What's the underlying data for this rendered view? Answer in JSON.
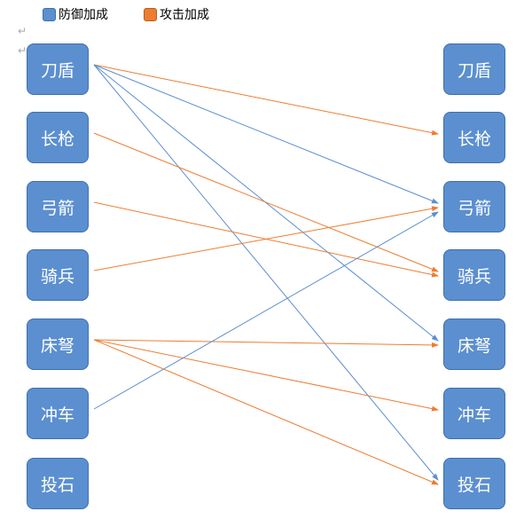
{
  "legend": [
    {
      "label": "防御加成",
      "color": "#5b8fd0"
    },
    {
      "label": "攻击加成",
      "color": "#ed7d31"
    }
  ],
  "left": [
    "刀盾",
    "长枪",
    "弓箭",
    "骑兵",
    "床弩",
    "冲车",
    "投石"
  ],
  "right": [
    "刀盾",
    "长枪",
    "弓箭",
    "骑兵",
    "床弩",
    "冲车",
    "投石"
  ],
  "links": [
    {
      "from": "刀盾",
      "to": "长枪",
      "type": "attack"
    },
    {
      "from": "刀盾",
      "to": "弓箭",
      "type": "defense"
    },
    {
      "from": "刀盾",
      "to": "床弩",
      "type": "defense"
    },
    {
      "from": "刀盾",
      "to": "投石",
      "type": "defense"
    },
    {
      "from": "长枪",
      "to": "骑兵",
      "type": "attack"
    },
    {
      "from": "弓箭",
      "to": "骑兵",
      "type": "attack"
    },
    {
      "from": "骑兵",
      "to": "弓箭",
      "type": "attack"
    },
    {
      "from": "床弩",
      "to": "床弩",
      "type": "attack"
    },
    {
      "from": "床弩",
      "to": "冲车",
      "type": "attack"
    },
    {
      "from": "床弩",
      "to": "投石",
      "type": "attack"
    },
    {
      "from": "冲车",
      "to": "弓箭",
      "type": "defense"
    }
  ]
}
